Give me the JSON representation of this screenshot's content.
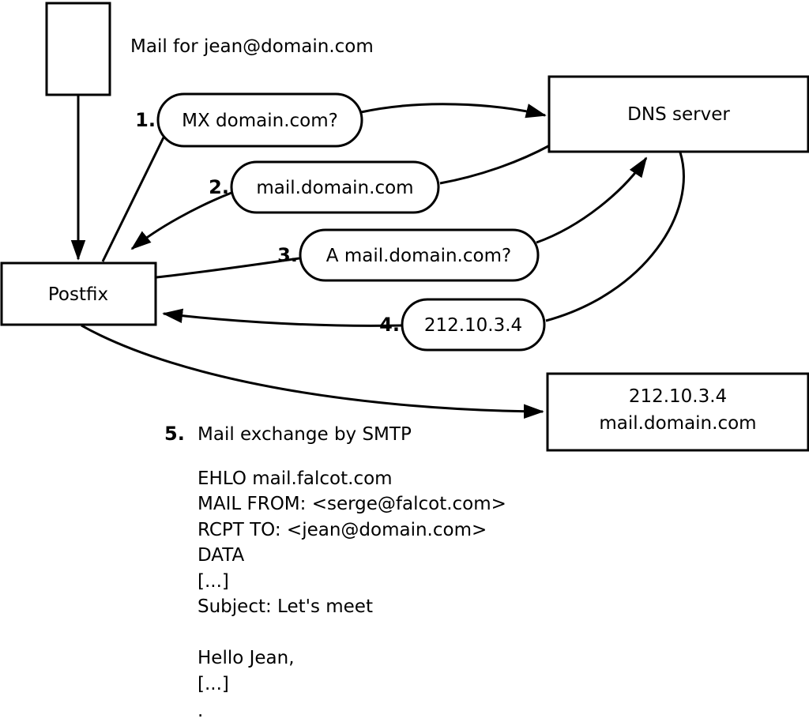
{
  "note": {
    "text": "Mail for jean@domain.com"
  },
  "nodes": {
    "postfix": {
      "label": "Postfix"
    },
    "dns": {
      "label": "DNS server"
    },
    "mail_server": {
      "line1": "212.10.3.4",
      "line2": "mail.domain.com"
    }
  },
  "steps": [
    {
      "num": "1.",
      "label": "MX domain.com?"
    },
    {
      "num": "2.",
      "label": "mail.domain.com"
    },
    {
      "num": "3.",
      "label": "A mail.domain.com?"
    },
    {
      "num": "4.",
      "label": "212.10.3.4"
    },
    {
      "num": "5.",
      "label": "Mail exchange by SMTP"
    }
  ],
  "smtp_session": {
    "lines": [
      "EHLO mail.falcot.com",
      "MAIL FROM: <serge@falcot.com>",
      "RCPT TO: <jean@domain.com>",
      "DATA",
      "[...]",
      "Subject: Let's meet",
      "",
      "Hello Jean,",
      "[...]",
      "."
    ]
  },
  "colors": {
    "stroke": "#000000",
    "node_fill": "#ffffff",
    "background": "#ffffff"
  }
}
